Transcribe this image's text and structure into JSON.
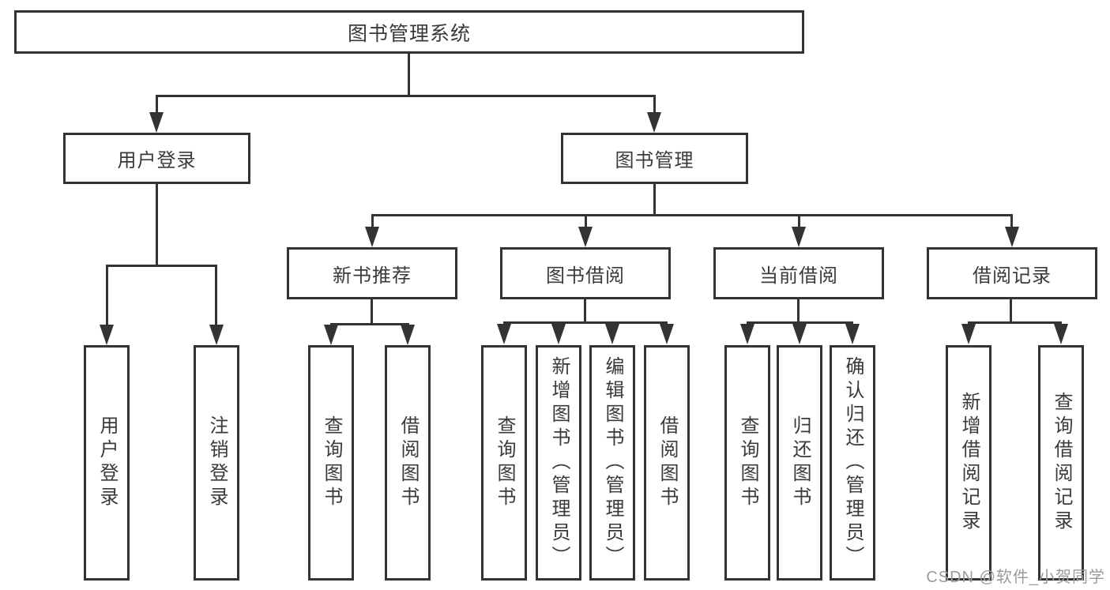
{
  "diagram": {
    "root": "图书管理系统",
    "branches": [
      {
        "label": "用户登录",
        "leaves": [
          "用户登录",
          "注销登录"
        ]
      },
      {
        "label": "图书管理",
        "groups": [
          {
            "label": "新书推荐",
            "leaves": [
              "查询图书",
              "借阅图书"
            ]
          },
          {
            "label": "图书借阅",
            "leaves": [
              "查询图书",
              "新增图书（管理员）",
              "编辑图书（管理员）",
              "借阅图书"
            ]
          },
          {
            "label": "当前借阅",
            "leaves": [
              "查询图书",
              "归还图书",
              "确认归还（管理员）"
            ]
          },
          {
            "label": "借阅记录",
            "leaves": [
              "新增借阅记录",
              "查询借阅记录"
            ]
          }
        ]
      }
    ]
  },
  "watermark": "CSDN @软件_小贺同学",
  "colors": {
    "background": "#ffffff",
    "border": "#333333",
    "line": "#333333",
    "text": "#3a3a3a",
    "watermark": "#9b9b9b"
  }
}
